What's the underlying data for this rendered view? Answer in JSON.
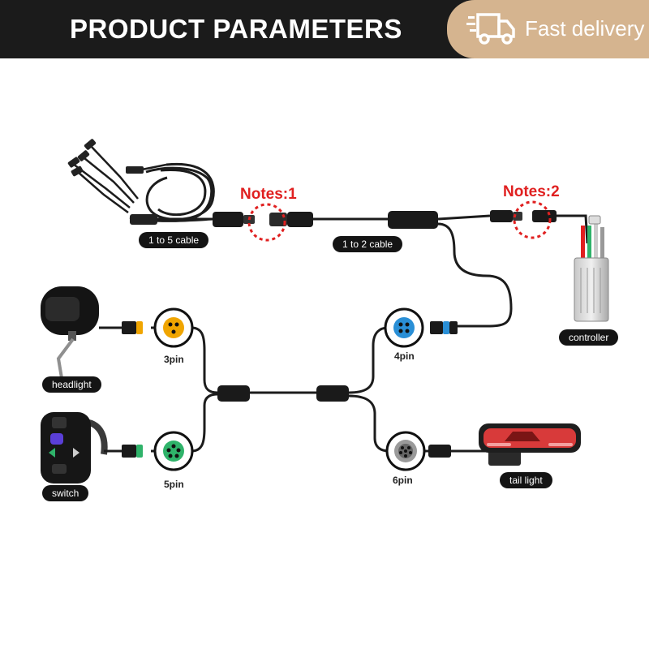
{
  "header": {
    "title": "PRODUCT PARAMETERS",
    "delivery_text": "Fast delivery",
    "delivery_icon": "truck-icon"
  },
  "notes": [
    {
      "text": "Notes:1"
    },
    {
      "text": "Notes:2"
    }
  ],
  "cables": {
    "one_to_five": "1 to 5 cable",
    "one_to_two": "1 to 2 cable"
  },
  "components": {
    "controller": "controller",
    "headlight": "headlight",
    "switch": "switch",
    "tail_light": "tail light"
  },
  "pins": {
    "p3": "3pin",
    "p4": "4pin",
    "p5": "5pin",
    "p6": "6pin"
  },
  "colors": {
    "banner": "#1b1b1b",
    "delivery_bg": "#d5b48f",
    "note": "#e02020",
    "connector_yellow": "#f0a500",
    "connector_blue": "#2a8fd6",
    "connector_green": "#2fb36a"
  }
}
